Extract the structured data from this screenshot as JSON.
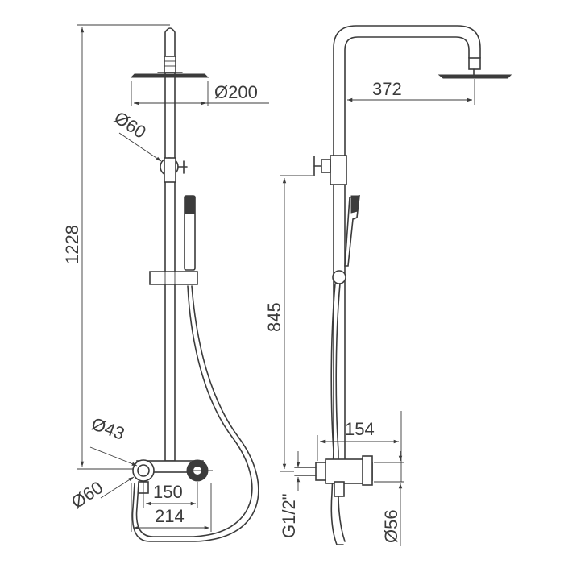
{
  "dimensions": {
    "front_total_height": "1228",
    "front_head_diameter": "Ø200",
    "front_holder_diameter": "Ø60",
    "front_bar_diameter": "Ø43",
    "front_mixer_diameter": "Ø60",
    "front_inlet_spacing": "150",
    "front_mixer_width": "214",
    "side_arm_reach": "372",
    "side_mixer_to_holder": "845",
    "side_mixer_depth": "154",
    "side_thread": "G1/2\"",
    "side_escutcheon_diameter": "Ø56"
  }
}
